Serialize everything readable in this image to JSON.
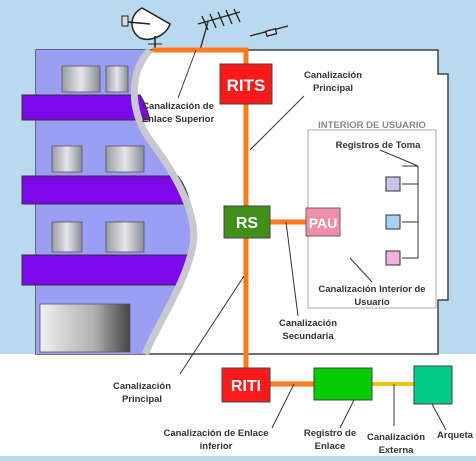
{
  "colors": {
    "sky": "#b9d9ef",
    "ground": "#ffffff",
    "building": "#9a9ff5",
    "floor_band": "#7d08e8",
    "window": "#bfc0c8",
    "cable": "#ff7a1a",
    "external_cable": "#f2c21b",
    "label_text": "#333333",
    "rits_box": "#ff1a1a",
    "rs_box": "#3f8f1a",
    "pau_box": "#f08da8",
    "riti_box": "#ff1a1a",
    "registro_box": "#00cc00",
    "arqueta_box": "#00cc88"
  },
  "nodes": {
    "rits": "RITS",
    "rs": "RS",
    "pau": "PAU",
    "riti": "RITI"
  },
  "labels": {
    "enlace_superior_1": "Canalización de",
    "enlace_superior_2": "Enlace Superior",
    "principal_top_1": "Canalización",
    "principal_top_2": "Principal",
    "interior_usuario": "INTERIOR DE USUARIO",
    "registros_toma": "Registros de Toma",
    "interior_usuario_canal_1": "Canalización Interior de",
    "interior_usuario_canal_2": "Usuario",
    "secundaria_1": "Canalización",
    "secundaria_2": "Secundaria",
    "principal_bottom_1": "Canalización",
    "principal_bottom_2": "Principal",
    "enlace_inferior_1": "Canalización de Enlace",
    "enlace_inferior_2": "inferior",
    "registro_enlace_1": "Registro de",
    "registro_enlace_2": "Enlace",
    "externa_1": "Canalización",
    "externa_2": "Externa",
    "arqueta": "Arqueta"
  },
  "icons": [
    "satellite-dish-icon",
    "antenna-icon",
    "rod-antenna-icon"
  ]
}
